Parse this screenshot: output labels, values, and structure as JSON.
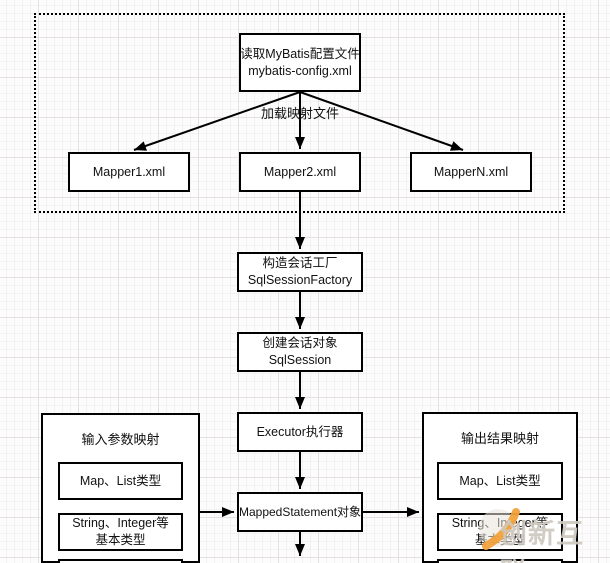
{
  "diagram": {
    "config_group": {
      "read_config": {
        "line1": "读取MyBatis配置文件",
        "line2": "mybatis-config.xml"
      },
      "load_label": "加载映射文件",
      "mappers": [
        "Mapper1.xml",
        "Mapper2.xml",
        "MapperN.xml"
      ]
    },
    "flow": {
      "session_factory": {
        "line1": "构造会话工厂",
        "line2": "SqlSessionFactory"
      },
      "sql_session": {
        "line1": "创建会话对象",
        "line2": "SqlSession"
      },
      "executor": "Executor执行器",
      "mapped_statement": "MappedStatement对象"
    },
    "input_panel": {
      "title": "输入参数映射",
      "items": [
        "Map、List类型",
        "String、Integer等\n基本类型"
      ]
    },
    "output_panel": {
      "title": "输出结果映射",
      "items": [
        "Map、List类型",
        "String、Integer等\n基本类型"
      ]
    }
  },
  "watermark": {
    "text": "创新互联"
  },
  "colors": {
    "node_border": "#000000",
    "node_fill": "#ffffff",
    "grid_minor": "#f4f1f2",
    "grid_major": "#e5e1e2",
    "watermark_orange": "#f1a13b",
    "watermark_gray": "#cfc9c0"
  }
}
